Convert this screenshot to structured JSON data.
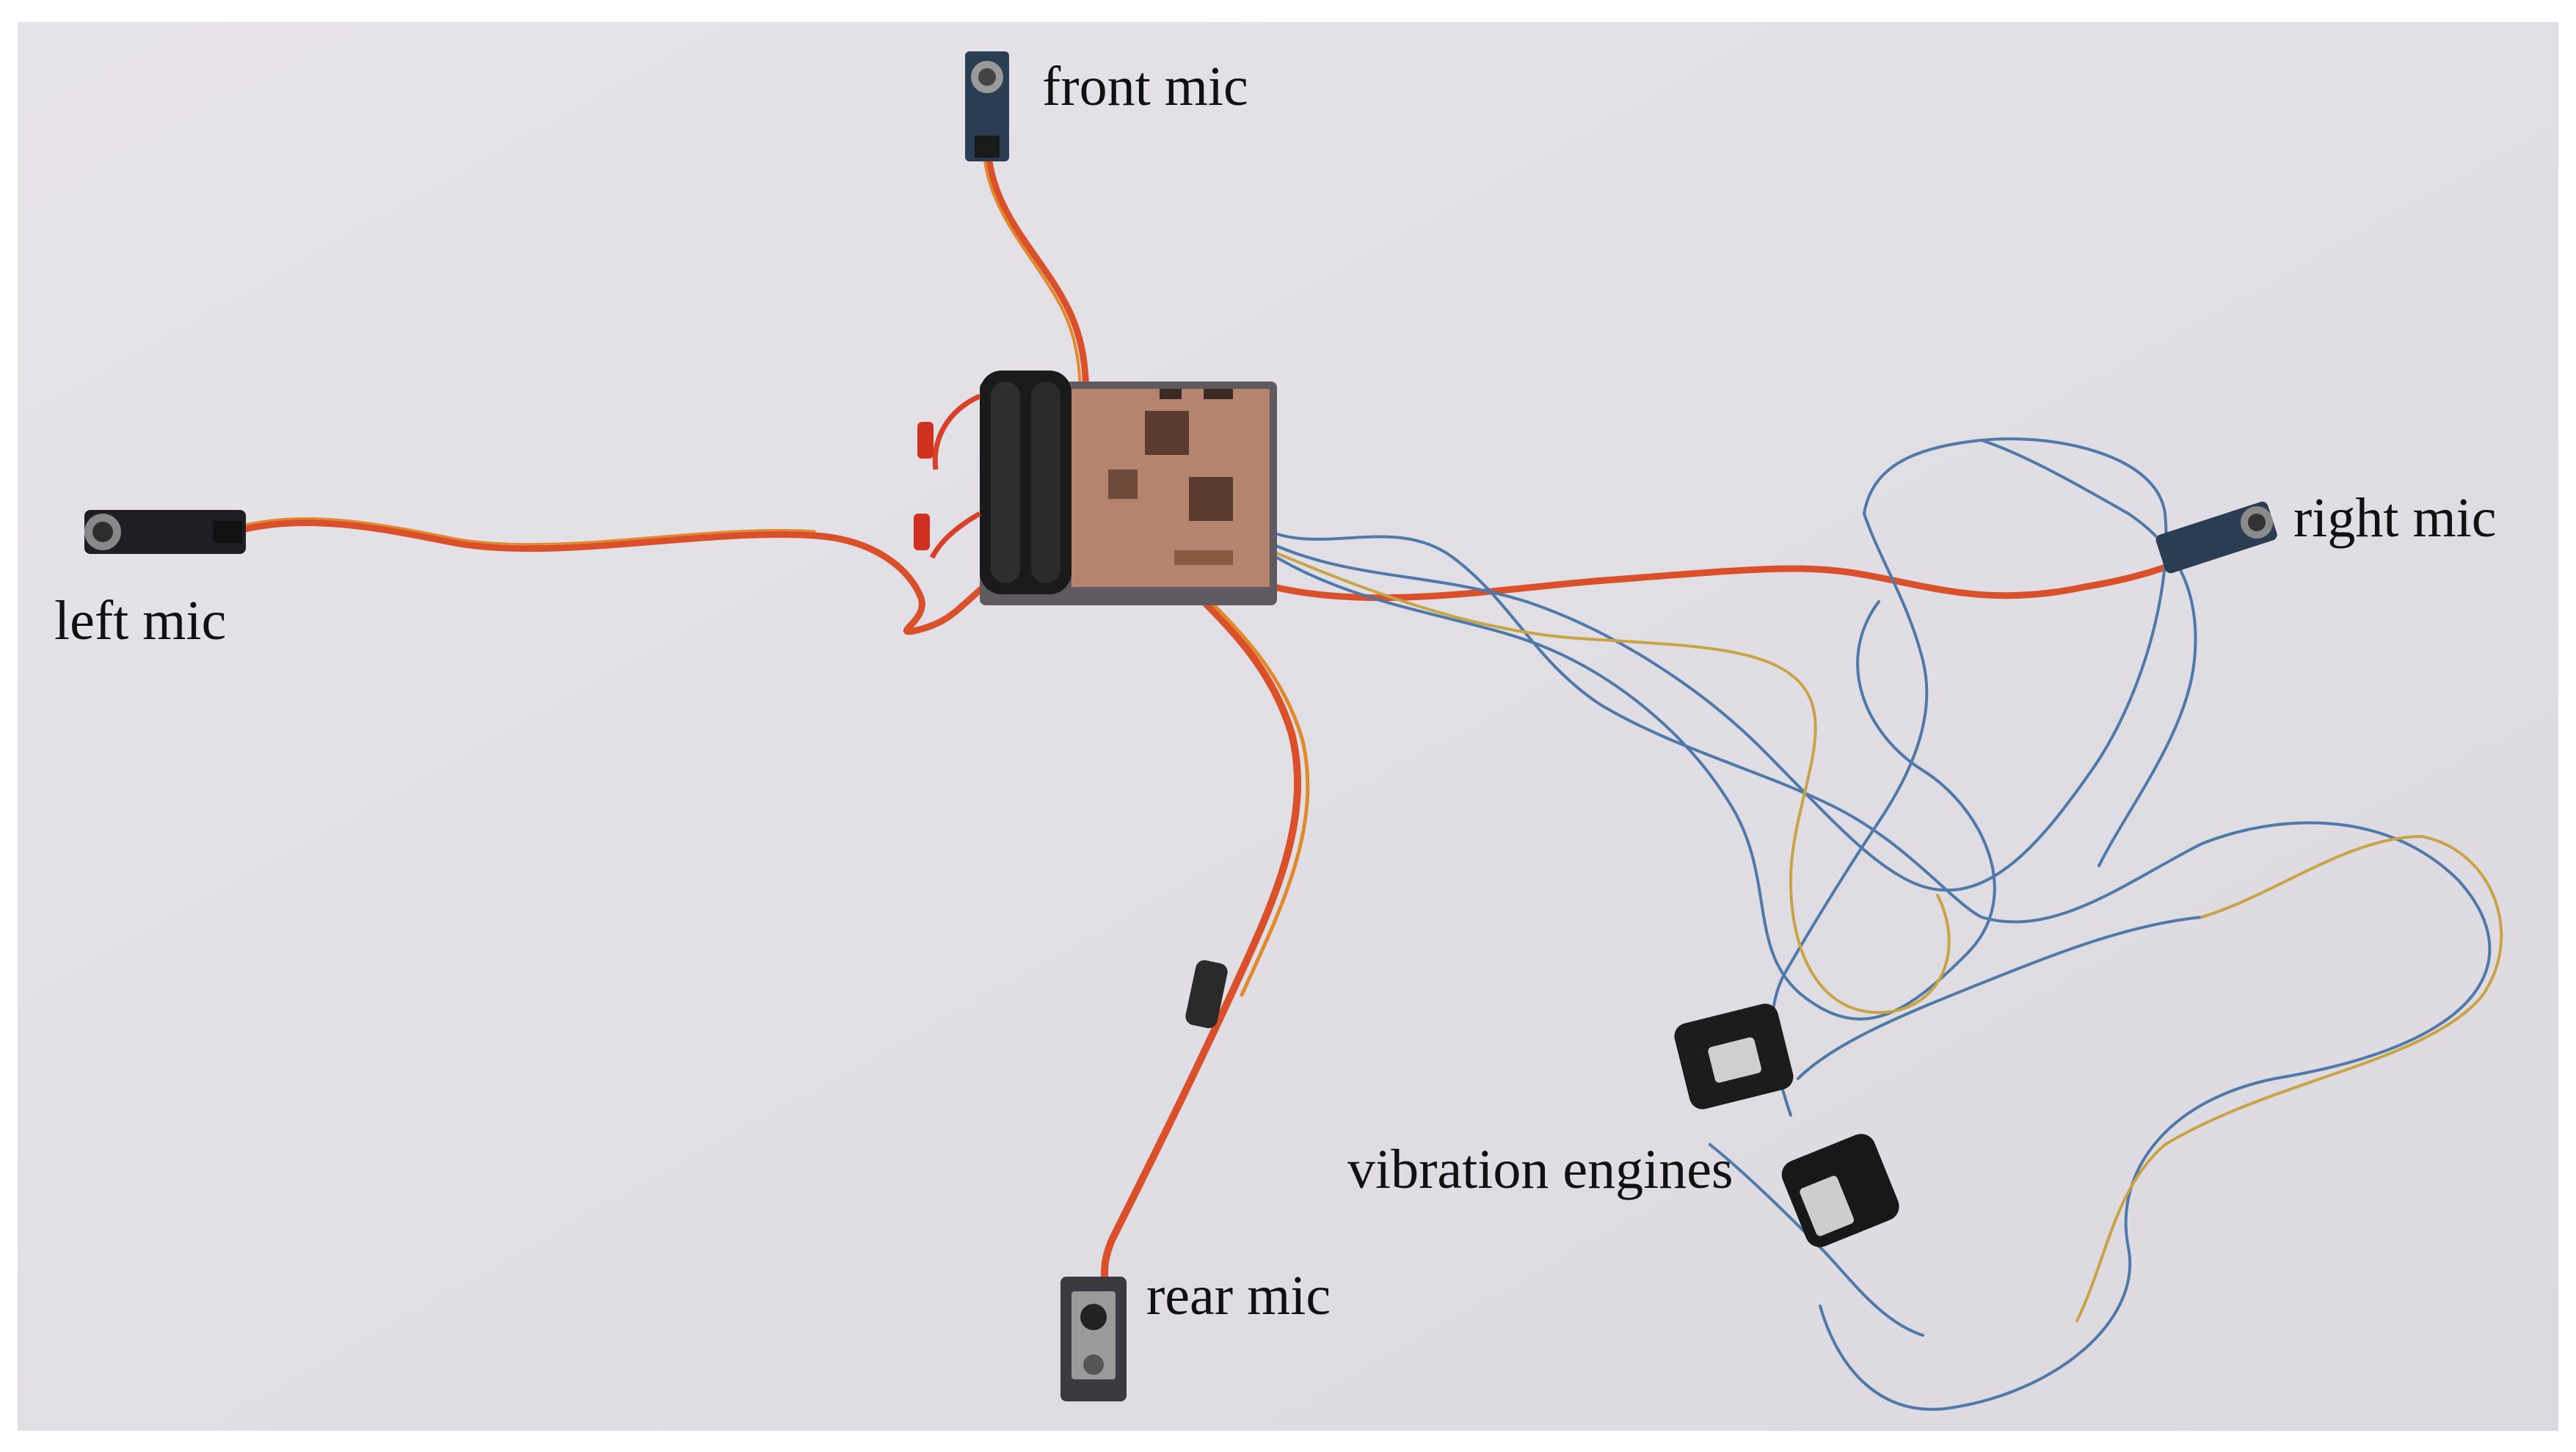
{
  "labels": {
    "front_mic": "front mic",
    "left_mic": "left mic",
    "right_mic": "right mic",
    "rear_mic": "rear mic",
    "vibration_engines": "vibration engines"
  },
  "colors": {
    "background": "#e3e0e6",
    "frame": "#ffffff",
    "wire_red": "#d9502a",
    "wire_orange": "#e08a2c",
    "wire_blue": "#4f79a8",
    "wire_yellow": "#c9a447",
    "board": "#b8876f",
    "battery": "#1a1a1a"
  }
}
